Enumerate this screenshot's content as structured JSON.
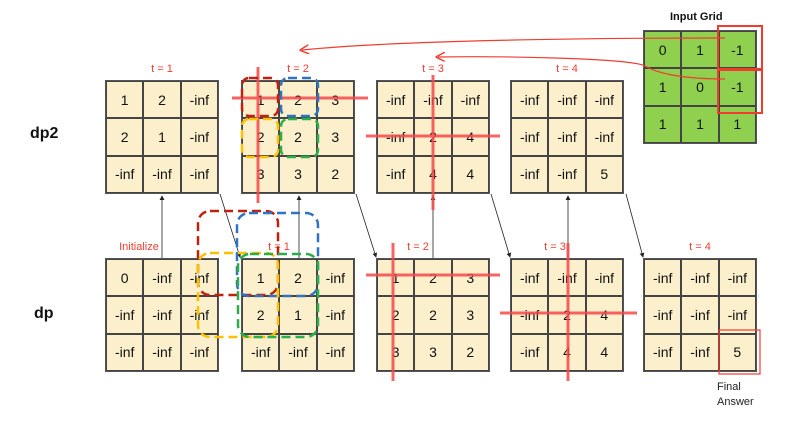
{
  "row_labels": {
    "dp2": "dp2",
    "dp": "dp"
  },
  "input_grid": {
    "title": "Input Grid",
    "cells": [
      [
        "0",
        "1",
        "-1"
      ],
      [
        "1",
        "0",
        "-1"
      ],
      [
        "1",
        "1",
        "1"
      ]
    ]
  },
  "dp2_grids": [
    {
      "label": "t = 1",
      "cells": [
        [
          "1",
          "2",
          "-inf"
        ],
        [
          "2",
          "1",
          "-inf"
        ],
        [
          "-inf",
          "-inf",
          "-inf"
        ]
      ]
    },
    {
      "label": "t = 2",
      "cells": [
        [
          "1",
          "2",
          "3"
        ],
        [
          "2",
          "2",
          "3"
        ],
        [
          "3",
          "3",
          "2"
        ]
      ]
    },
    {
      "label": "t = 3",
      "cells": [
        [
          "-inf",
          "-inf",
          "-inf"
        ],
        [
          "-inf",
          "2",
          "4"
        ],
        [
          "-inf",
          "4",
          "4"
        ]
      ]
    },
    {
      "label": "t = 4",
      "cells": [
        [
          "-inf",
          "-inf",
          "-inf"
        ],
        [
          "-inf",
          "-inf",
          "-inf"
        ],
        [
          "-inf",
          "-inf",
          "5"
        ]
      ]
    }
  ],
  "dp_grids": [
    {
      "label": "Initialize",
      "cells": [
        [
          "0",
          "-inf",
          "-inf"
        ],
        [
          "-inf",
          "-inf",
          "-inf"
        ],
        [
          "-inf",
          "-inf",
          "-inf"
        ]
      ]
    },
    {
      "label": "t = 1",
      "cells": [
        [
          "1",
          "2",
          "-inf"
        ],
        [
          "2",
          "1",
          "-inf"
        ],
        [
          "-inf",
          "-inf",
          "-inf"
        ]
      ]
    },
    {
      "label": "t = 2",
      "cells": [
        [
          "1",
          "2",
          "3"
        ],
        [
          "2",
          "2",
          "3"
        ],
        [
          "3",
          "3",
          "2"
        ]
      ]
    },
    {
      "label": "t = 3",
      "cells": [
        [
          "-inf",
          "-inf",
          "-inf"
        ],
        [
          "-inf",
          "2",
          "4"
        ],
        [
          "-inf",
          "4",
          "4"
        ]
      ]
    },
    {
      "label": "t = 4",
      "cells": [
        [
          "-inf",
          "-inf",
          "-inf"
        ],
        [
          "-inf",
          "-inf",
          "-inf"
        ],
        [
          "-inf",
          "-inf",
          "5"
        ]
      ]
    }
  ],
  "final_answer_note": {
    "line1": "Final",
    "line2": "Answer"
  },
  "colors": {
    "accent": "#f03c2e",
    "cell": "#fbefcc",
    "input_cell": "#8fd14f",
    "dash_red": "#c0200f",
    "dash_blue": "#2f74c0",
    "dash_yellow": "#ffc000",
    "dash_green": "#2aae4a"
  }
}
